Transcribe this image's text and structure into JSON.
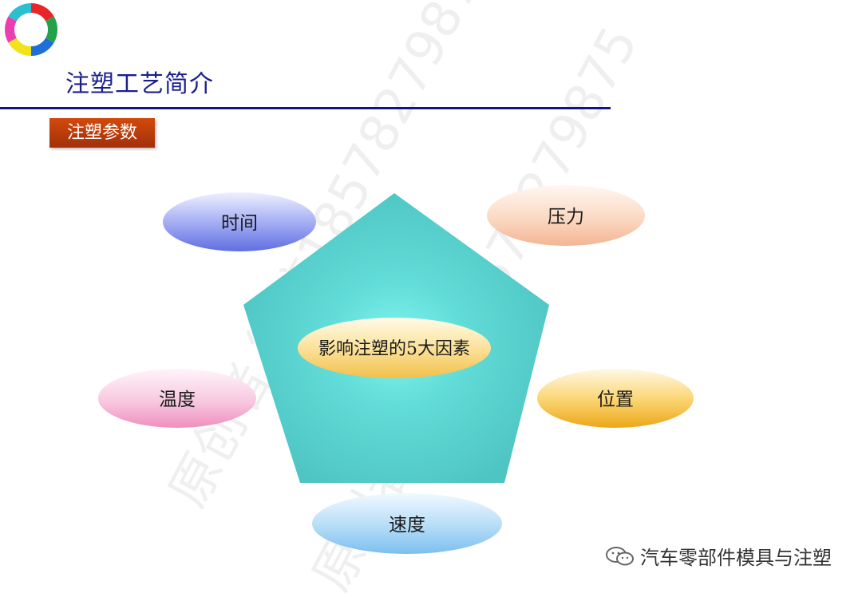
{
  "title": "注塑工艺简介",
  "section": "注塑参数",
  "diagram": {
    "center": "影响注塑的5大因素",
    "factors": {
      "time": "时间",
      "pressure": "压力",
      "temperature": "温度",
      "position": "位置",
      "speed": "速度"
    }
  },
  "brand": "汽车零部件模具与注塑",
  "background_watermark": "原创者 微信18578279875",
  "colors": {
    "title": "#1a1f8c",
    "rule": "#12128a",
    "tag": "#c2410c",
    "pentagon": "#4fc7c5"
  }
}
